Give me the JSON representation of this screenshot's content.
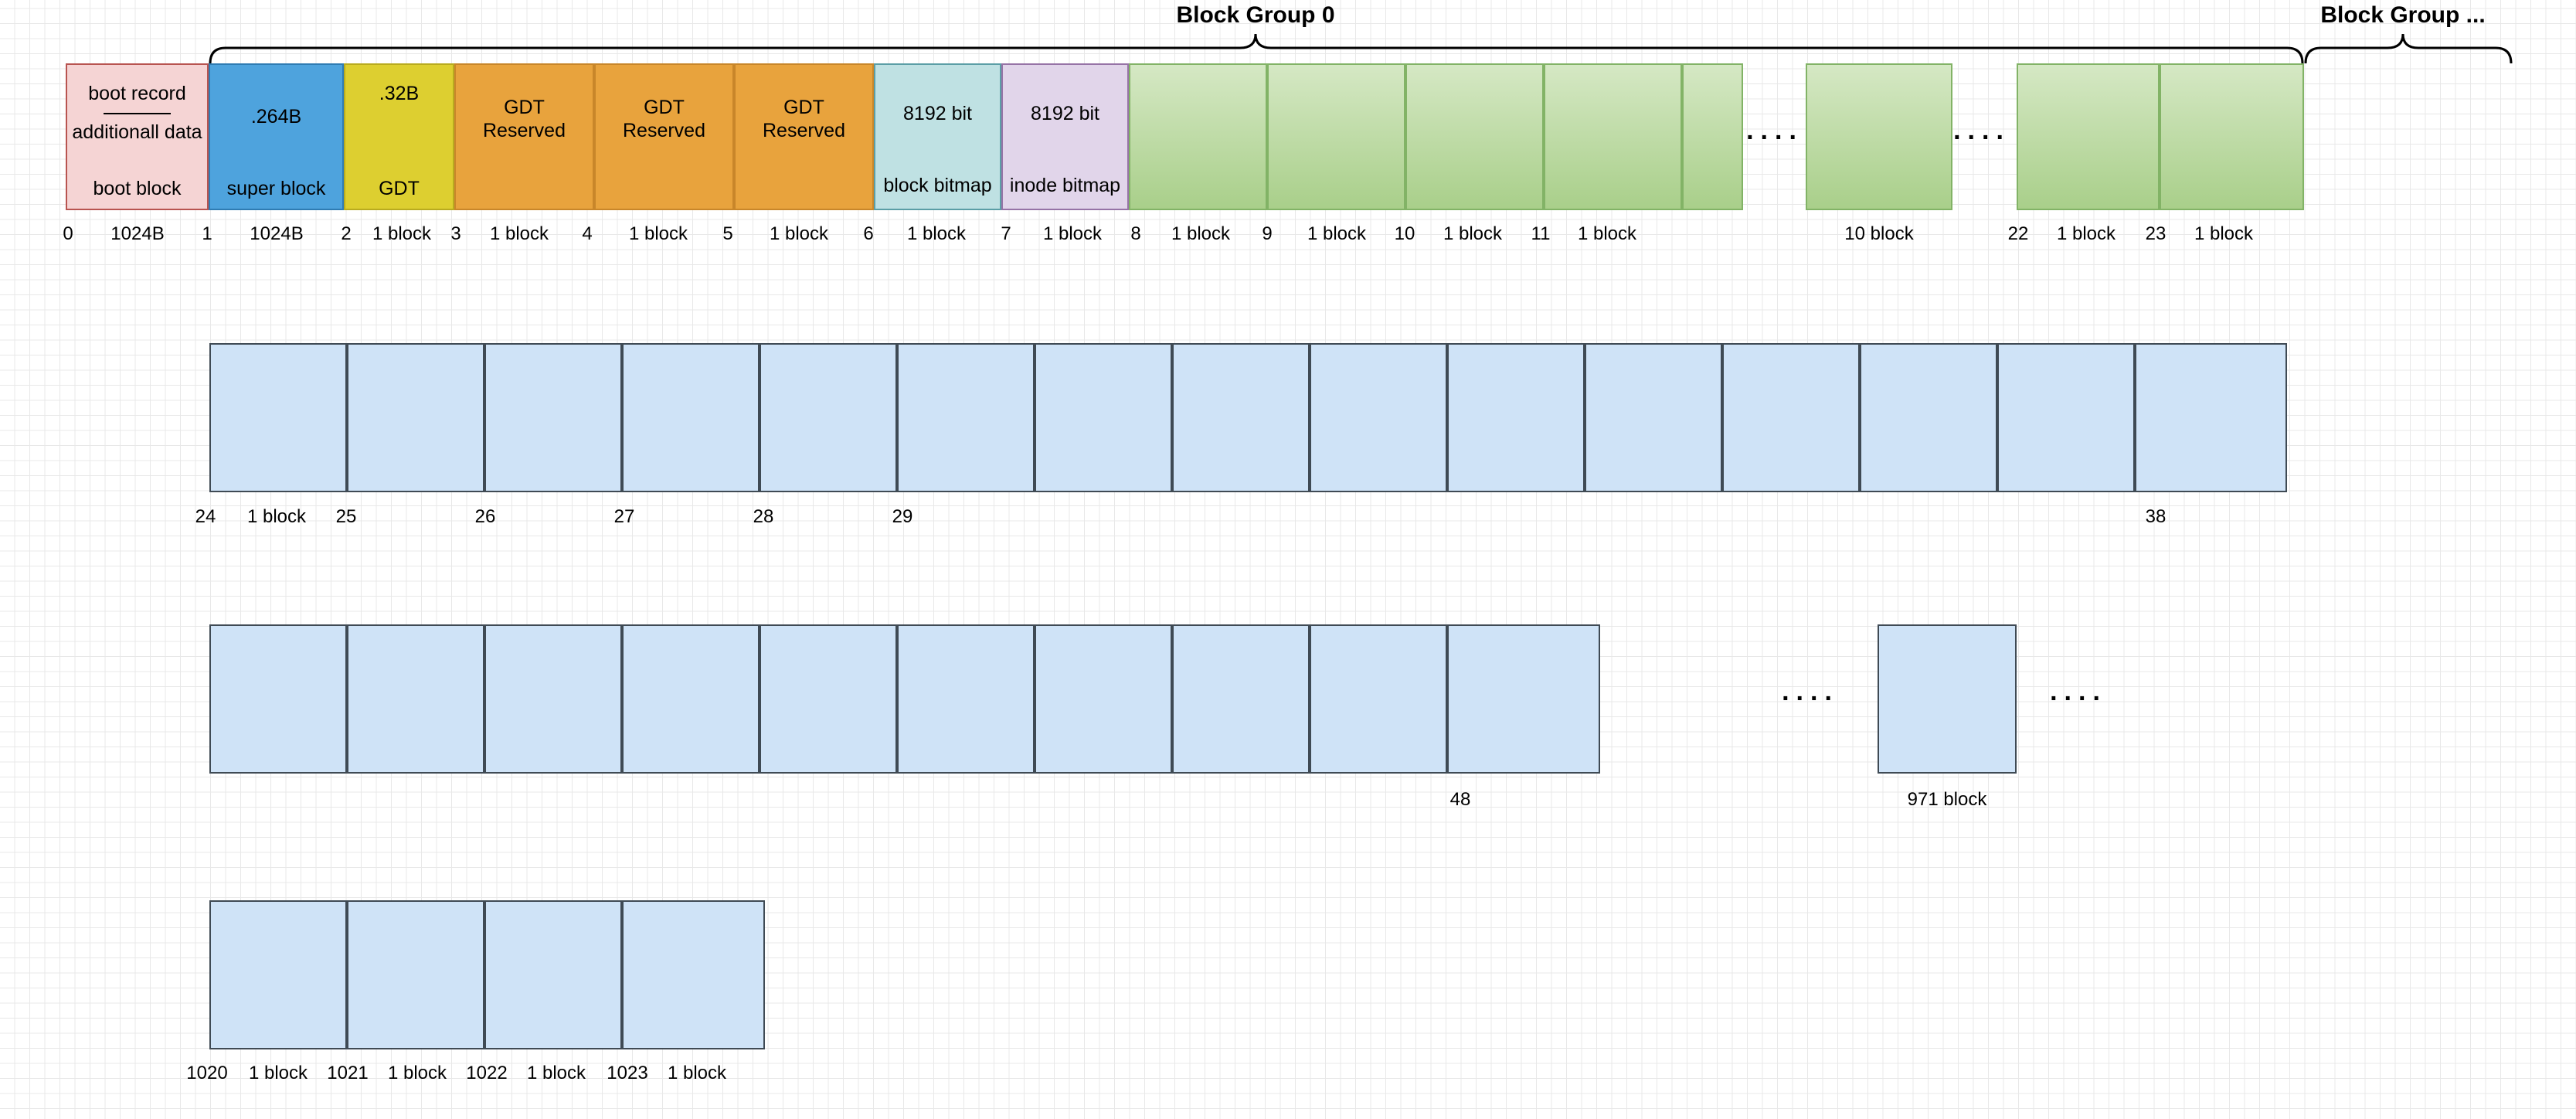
{
  "diagram": {
    "title_groups": [
      {
        "label": "Block Group 0"
      },
      {
        "label": "Block Group ..."
      }
    ],
    "row1": {
      "cells": [
        {
          "name": "boot-block",
          "line1": "boot record",
          "line2": "additionall data",
          "line3": "boot block",
          "color": "#f5d4d4"
        },
        {
          "name": "super-block",
          "line1": ".264B",
          "line2": "super block",
          "color": "#4ea3dd"
        },
        {
          "name": "gdt",
          "line1": ".32B",
          "line2": "GDT",
          "color": "#ddcf30"
        },
        {
          "name": "gdt-reserved-1",
          "line1": "GDT",
          "line2": "Reserved",
          "color": "#e8a33d"
        },
        {
          "name": "gdt-reserved-2",
          "line1": "GDT",
          "line2": "Reserved",
          "color": "#e8a33d"
        },
        {
          "name": "gdt-reserved-3",
          "line1": "GDT",
          "line2": "Reserved",
          "color": "#e8a33d"
        },
        {
          "name": "block-bitmap",
          "line1": "8192 bit",
          "line2": "block bitmap",
          "color": "#bfe1e3"
        },
        {
          "name": "inode-bitmap",
          "line1": "8192 bit",
          "line2": "inode bitmap",
          "color": "#e1d5ea"
        },
        {
          "name": "inode-table-1",
          "line1": "",
          "line2": "",
          "color": "#a9cf8a"
        },
        {
          "name": "inode-table-2",
          "line1": "",
          "line2": "",
          "color": "#a9cf8a"
        },
        {
          "name": "inode-table-3",
          "line1": "",
          "line2": "",
          "color": "#a9cf8a"
        },
        {
          "name": "inode-table-4",
          "line1": "",
          "line2": "",
          "color": "#a9cf8a"
        },
        {
          "name": "inode-table-5",
          "line1": "",
          "line2": "",
          "color": "#a9cf8a"
        },
        {
          "name": "inode-table-gap",
          "line1": "",
          "line2": "",
          "color": "#a9cf8a"
        },
        {
          "name": "inode-table-6",
          "line1": "",
          "line2": "",
          "color": "#a9cf8a"
        },
        {
          "name": "inode-table-7",
          "line1": "",
          "line2": "",
          "color": "#a9cf8a"
        }
      ],
      "ticks": [
        "0",
        "1024B",
        "1",
        "1024B",
        "2",
        "1 block",
        "3",
        "1 block",
        "4",
        "1 block",
        "5",
        "1 block",
        "6",
        "1 block",
        "7",
        "1 block",
        "8",
        "1 block",
        "9",
        "1 block",
        "10",
        "1 block",
        "11",
        "1 block",
        "10 block",
        "22",
        "1 block",
        "23",
        "1 block"
      ],
      "ellipses": [
        "....",
        "...."
      ]
    },
    "row2": {
      "cell_count": 15,
      "ticks": [
        "24",
        "1 block",
        "25",
        "26",
        "27",
        "28",
        "29",
        "38"
      ]
    },
    "row3": {
      "cell_count": 10,
      "tail_cell": 1,
      "ticks": [
        "48",
        "971 block"
      ],
      "ellipses": [
        "....",
        "...."
      ]
    },
    "row4": {
      "cell_count": 4,
      "ticks": [
        "1020",
        "1 block",
        "1021",
        "1 block",
        "1022",
        "1 block",
        "1023",
        "1 block"
      ]
    }
  }
}
